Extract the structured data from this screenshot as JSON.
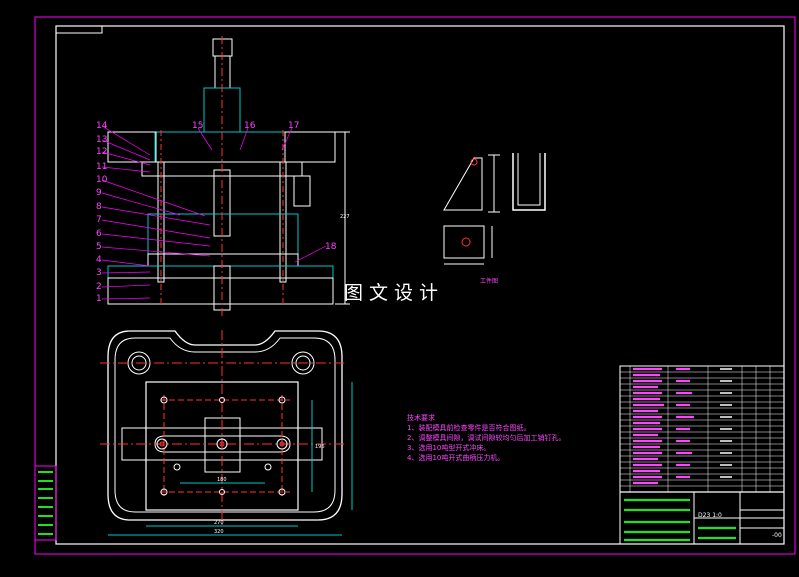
{
  "drawing": {
    "watermark": "图文设计",
    "part_view_label": "工件图",
    "part_no": "D23",
    "scale_text": "1:0",
    "sheet_code": "-00",
    "dims": {
      "width_top": "270",
      "width_bottom": "320",
      "height_right": "196",
      "height_side": "227",
      "bar": "180"
    },
    "callouts": [
      "14",
      "13",
      "12",
      "11",
      "10",
      "9",
      "8",
      "7",
      "6",
      "5",
      "4",
      "3",
      "2",
      "1",
      "15",
      "16",
      "17",
      "18"
    ],
    "tech_notes": {
      "title": "技术要求",
      "items": [
        "1、装配模具前检查零件是否符合图纸。",
        "2、调整模具间隙，调试间隙较均匀后加工销钉孔。",
        "3、选用10吨型开式冲床。",
        "4、选用10吨开式曲柄压力机。"
      ]
    },
    "colors": {
      "frame": "#ff00ff",
      "lines": "#ffffff",
      "hatch": "#00c8c8",
      "center": "#ff3030",
      "title_block": "#20e020"
    }
  }
}
